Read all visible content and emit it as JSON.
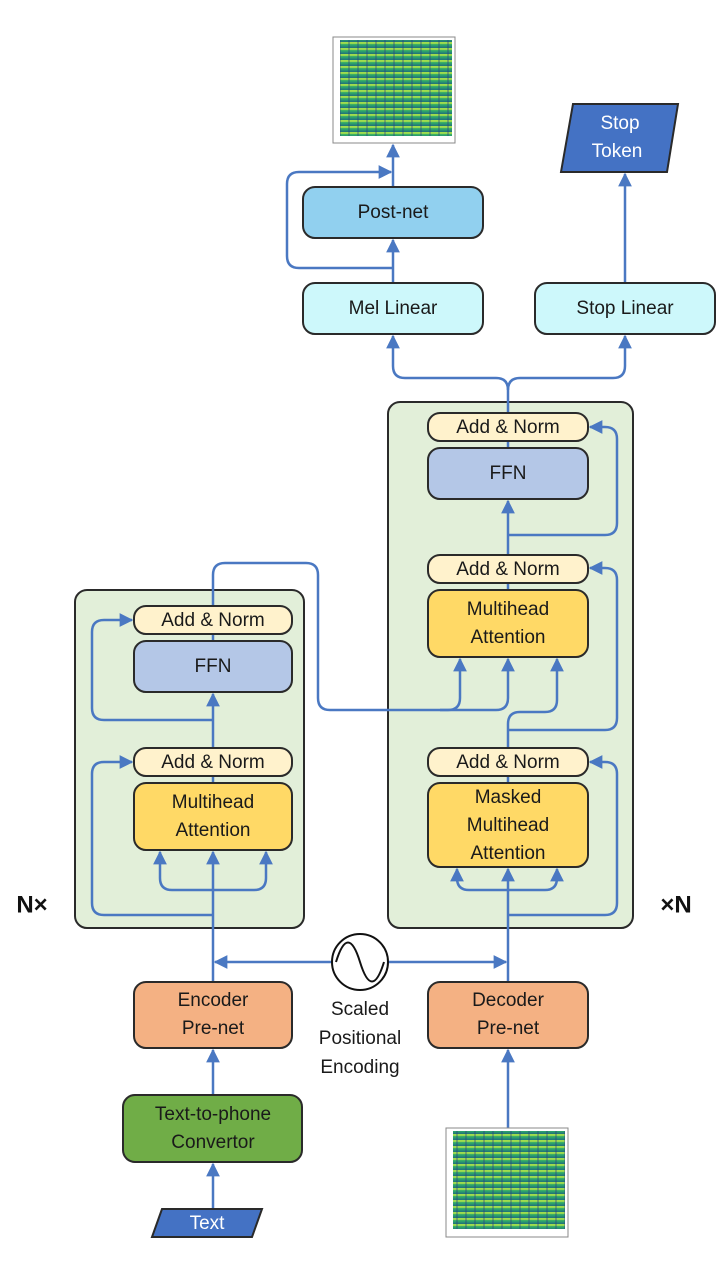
{
  "colors": {
    "arrow": "#4a78c2",
    "block_bg": "#e2efd9",
    "add_norm": "#fff2cc",
    "ffn": "#b4c7e7",
    "attention": "#ffd966",
    "prenet": "#f4b183",
    "converter": "#70ad47",
    "linear": "#cdf8fb",
    "postnet": "#91d0ef",
    "io": "#4472c4"
  },
  "output": {
    "mel_spectrogram_icon": "spectrogram",
    "stop_token": [
      "Stop",
      "Token"
    ],
    "post_net": "Post-net",
    "mel_linear": "Mel Linear",
    "stop_linear": "Stop Linear"
  },
  "encoder": {
    "repeat_label": "N×",
    "add_norm_top": "Add & Norm",
    "ffn": "FFN",
    "add_norm_bottom": "Add & Norm",
    "attention": [
      "Multihead",
      "Attention"
    ],
    "prenet": [
      "Encoder",
      "Pre-net"
    ],
    "converter": [
      "Text-to-phone",
      "Convertor"
    ],
    "input": "Text"
  },
  "decoder": {
    "repeat_label": "×N",
    "add_norm_top": "Add & Norm",
    "ffn": "FFN",
    "add_norm_mid": "Add & Norm",
    "attention": [
      "Multihead",
      "Attention"
    ],
    "add_norm_bottom": "Add & Norm",
    "masked_attention": [
      "Masked",
      "Multihead",
      "Attention"
    ],
    "prenet": [
      "Decoder",
      "Pre-net"
    ],
    "input_icon": "spectrogram"
  },
  "positional_encoding": {
    "icon": "sine-wave",
    "label": [
      "Scaled",
      "Positional",
      "Encoding"
    ]
  }
}
